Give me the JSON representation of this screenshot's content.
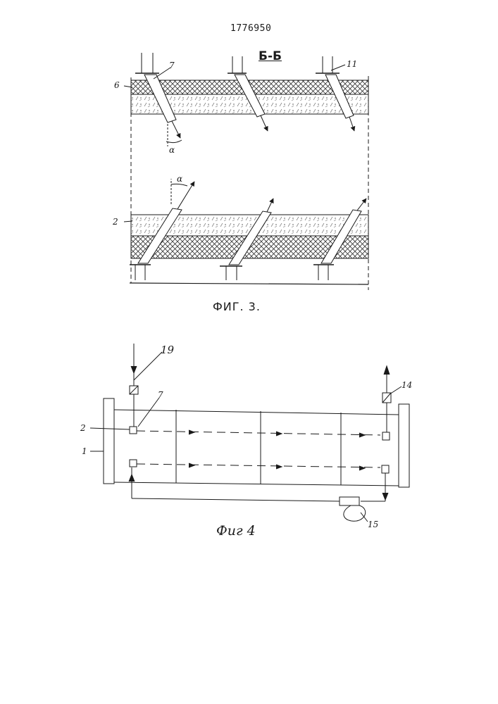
{
  "patent_number": "1776950",
  "section_label": "Б-Б",
  "figure3": {
    "caption": "ФИГ. 3.",
    "labels": {
      "l6": "6",
      "l7": "7",
      "l11": "11",
      "l2": "2",
      "alpha_top": "α",
      "alpha_bottom": "α"
    }
  },
  "figure4": {
    "caption": "Фиг 4",
    "labels": {
      "l19": "19",
      "l7": "7",
      "l14": "14",
      "l2": "2",
      "l1": "1",
      "l15": "15"
    }
  }
}
